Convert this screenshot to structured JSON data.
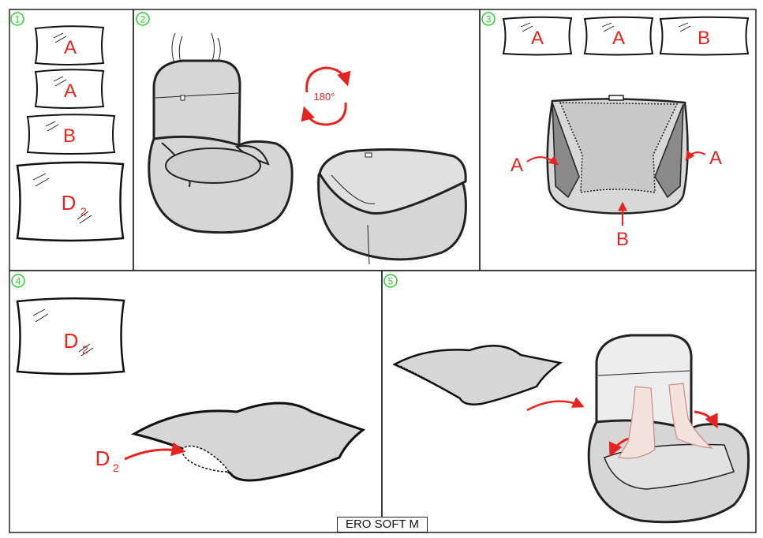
{
  "title": "ERO SOFT M",
  "colors": {
    "accent_red": "#e52421",
    "step_green": "#2ecc2e",
    "fabric_grey": "#d6d6d6",
    "line": "#222222"
  },
  "steps": [
    {
      "num": "1",
      "pillows": [
        "A",
        "A",
        "B",
        "D"
      ],
      "subscript": "2"
    },
    {
      "num": "2",
      "rotation": "180°"
    },
    {
      "num": "3",
      "pillows": [
        "A",
        "A",
        "B"
      ],
      "pointers": [
        "A",
        "A",
        "B"
      ]
    },
    {
      "num": "4",
      "pillow": "D",
      "subscript": "2",
      "pointer": "D"
    },
    {
      "num": "5"
    }
  ]
}
